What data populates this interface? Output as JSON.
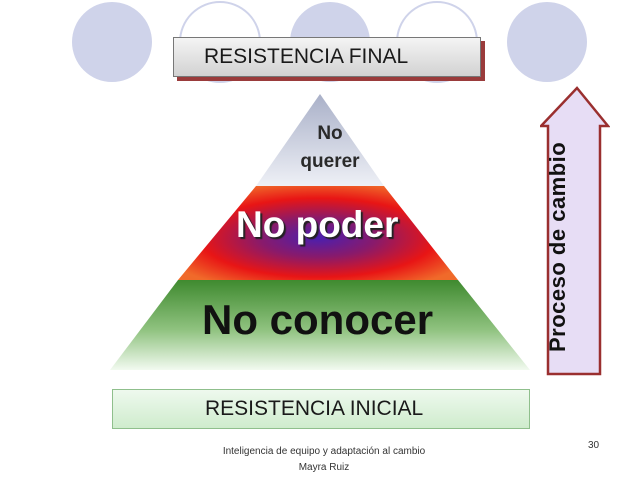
{
  "slide": {
    "top_banner": "RESISTENCIA FINAL",
    "bottom_banner": "RESISTENCIA INICIAL",
    "pyramid": {
      "top_line1": "No",
      "top_line2": "querer",
      "middle": "No poder",
      "bottom": "No conocer"
    },
    "arrow_label": "Proceso de cambio",
    "slide_number": "30",
    "footer_line1": "Inteligencia de equipo y adaptación al cambio",
    "footer_line2": "Mayra Ruiz"
  },
  "colors": {
    "decor_circle": "#cfd3ea",
    "banner_shadow": "#9a3b3b",
    "arrow_fill": "#e7ddf5",
    "arrow_border": "#9a2f2f"
  }
}
